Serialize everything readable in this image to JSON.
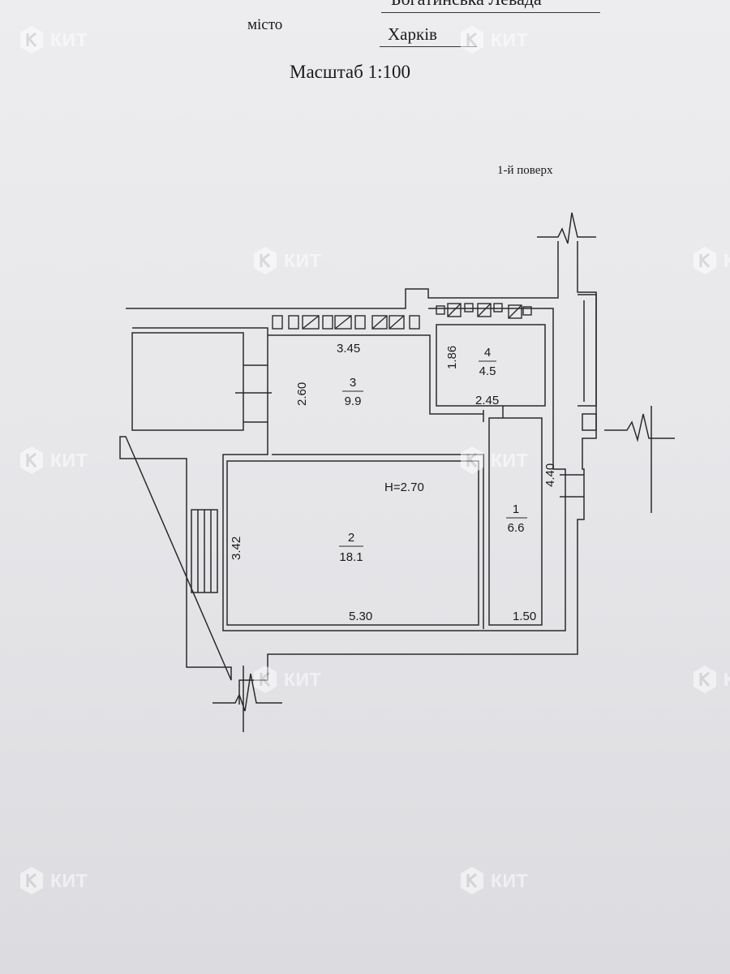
{
  "header": {
    "street": "Богатинська Левада",
    "city_label": "місто",
    "city": "Харків",
    "scale": "Масштаб 1:100",
    "floor": "1-й поверх"
  },
  "plan": {
    "ceiling_height": "H=2.70",
    "rooms": [
      {
        "number": "1",
        "area": "6.6"
      },
      {
        "number": "2",
        "area": "18.1"
      },
      {
        "number": "3",
        "area": "9.9"
      },
      {
        "number": "4",
        "area": "4.5"
      }
    ],
    "dimensions": {
      "room3_width": "3.45",
      "room3_depth": "2.60",
      "room4_depth": "1.86",
      "room4_width": "2.45",
      "room1_depth": "4.40",
      "room2_depth": "3.42",
      "room2_width": "5.30",
      "room1_width": "1.50"
    }
  },
  "watermark": {
    "text": "КИТ",
    "icon": "kit-logo-icon"
  }
}
